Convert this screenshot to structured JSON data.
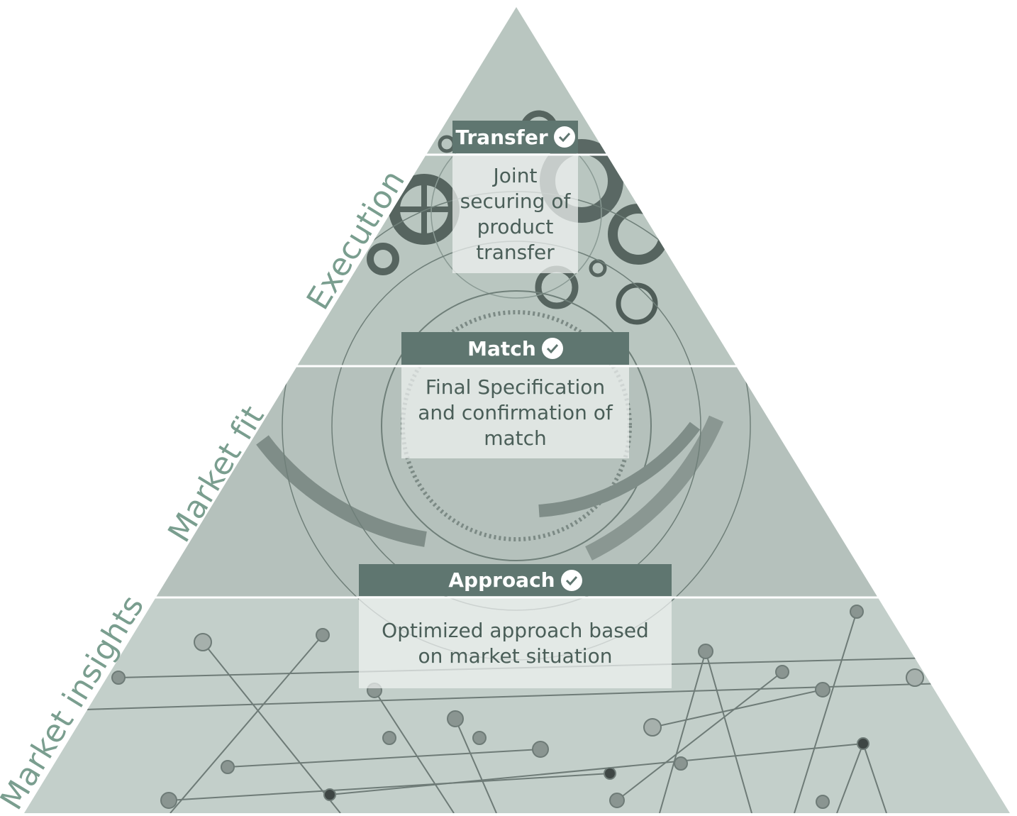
{
  "colors": {
    "header_bg": "#5f7670",
    "band_top": "#b9c6c0",
    "band_middle": "#b5c1bc",
    "band_bottom": "#c3cfca",
    "side_label": "#7a9e8f",
    "box_text": "#4a5e58"
  },
  "levels": [
    {
      "title": "Transfer",
      "icon": "check-circle-icon",
      "description": "Joint securing of product transfer",
      "side_label": "Execution"
    },
    {
      "title": "Match",
      "icon": "check-circle-icon",
      "description": "Final Specification and confirmation of match",
      "side_label": "Market fit"
    },
    {
      "title": "Approach",
      "icon": "check-circle-icon",
      "description": "Optimized approach based on market situation",
      "side_label": "Market insights"
    }
  ]
}
